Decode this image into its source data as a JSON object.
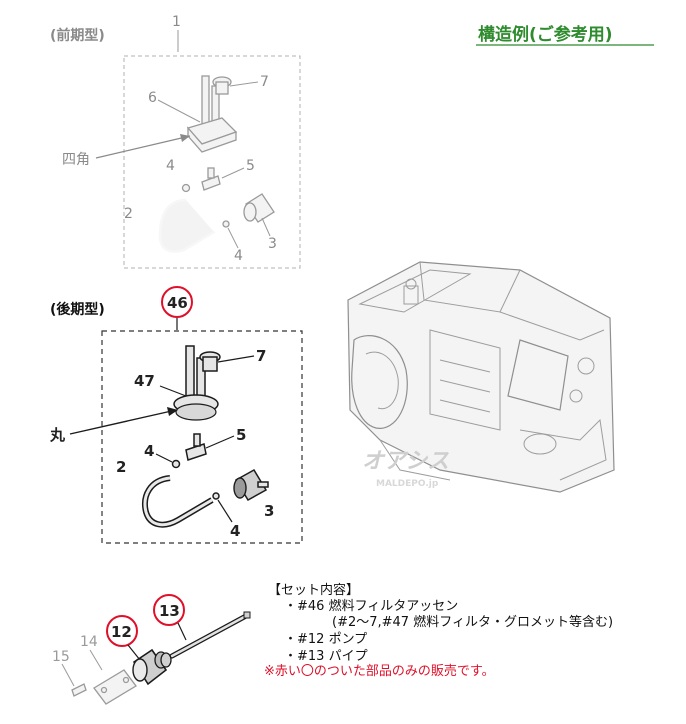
{
  "title": "構造例(ご参考用)",
  "early_section": {
    "header": "(前期型)",
    "label_shape": "四角",
    "callouts": {
      "c1": "1",
      "c7": "7",
      "c6": "6",
      "c4a": "4",
      "c5": "5",
      "c2": "2",
      "c4b": "4",
      "c3": "3"
    }
  },
  "late_section": {
    "header": "(後期型)",
    "label_shape": "丸",
    "callouts": {
      "c46": "46",
      "c7": "7",
      "c47": "47",
      "c5": "5",
      "c4a": "4",
      "c2": "2",
      "c3": "3",
      "c4b": "4"
    }
  },
  "bottom_callouts": {
    "c15": "15",
    "c14": "14",
    "c12": "12",
    "c13": "13"
  },
  "set_contents": {
    "heading": "【セット内容】",
    "line1": "・#46 燃料フィルタアッセン",
    "line2": "(#2～7,#47 燃料フィルタ・グロメット等含む)",
    "line3": "・#12 ポンプ",
    "line4": "・#13 パイプ",
    "note": "※赤い〇のついた部品のみの販売です。"
  },
  "watermark": {
    "logo": "オアシス",
    "sub": "MALDEPO.jp"
  },
  "colors": {
    "title": "#2e8b2e",
    "highlight": "#e0102a",
    "note": "#e0102a"
  }
}
